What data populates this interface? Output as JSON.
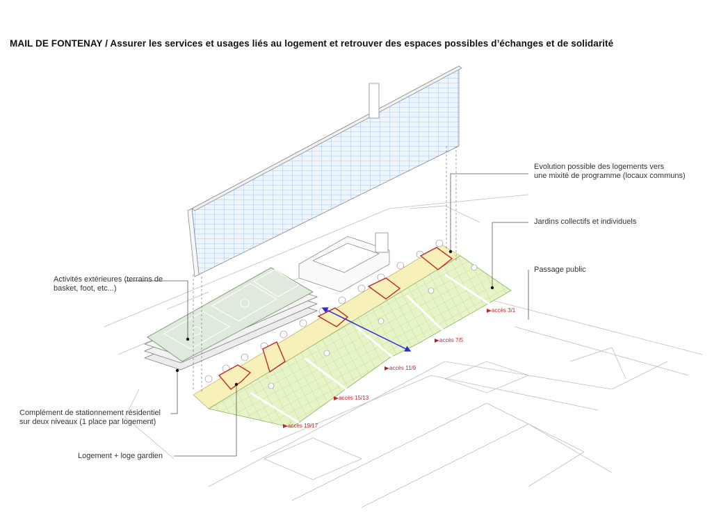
{
  "title": "MAIL DE FONTENAY / Assurer les services et usages liés au logement et retrouver des espaces possibles d’échanges et de solidarité",
  "annotations": {
    "evolution": "Evolution possible des logements vers\nune mixité de programme (locaux communs)",
    "jardins": "Jardins collectifs et individuels",
    "passage": "Passage public",
    "activites": "Activités extérieures (terrains de\nbasket, foot, etc...)",
    "stationnement": "Complément de stationnement résidentiel\nsur deux niveaux (1 place par logement)",
    "logement": "Logement + loge gardien"
  },
  "access_labels": [
    "accès 3/1",
    "accès 7/5",
    "accès 11/9",
    "accès 15/13",
    "accès 19/17"
  ],
  "colors": {
    "tower_grid": "#8fb6e6",
    "garden_green": "#e6f4c8",
    "sports_green": "#dfe9dc",
    "yellow_strip": "#f7f0b8",
    "red_outline": "#c0262b",
    "blue_arrow": "#2b2bd8"
  }
}
